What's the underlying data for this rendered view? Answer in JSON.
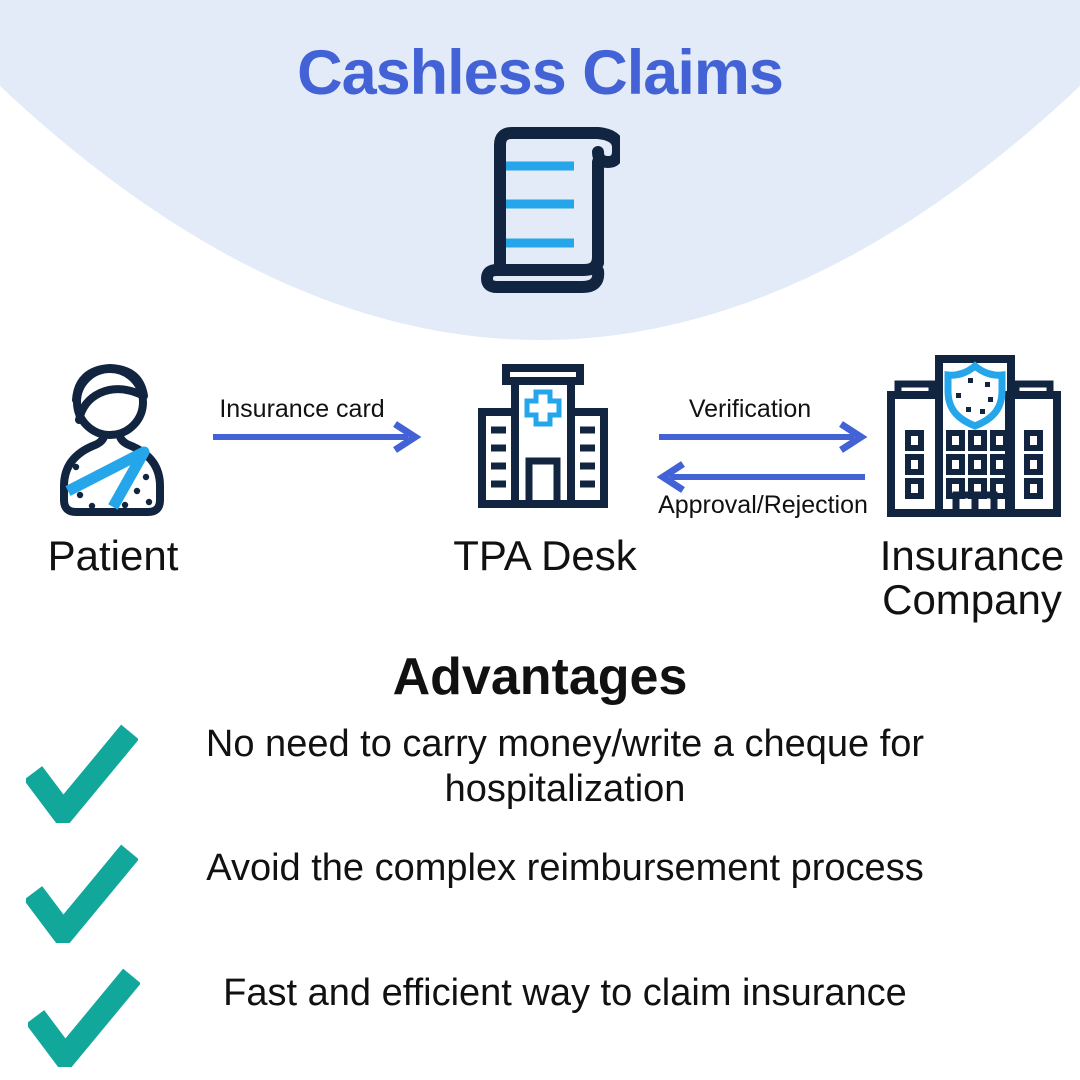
{
  "title": "Cashless Claims",
  "header": {
    "icon": "scroll-document-icon"
  },
  "colors": {
    "header_bg": "#E2EBF7",
    "accent_blue": "#4262D6",
    "navy": "#122540",
    "light_blue": "#25A5EA",
    "teal": "#11A79B",
    "text": "#111111"
  },
  "flow": {
    "nodes": [
      {
        "label": "Patient",
        "icon": "patient-icon"
      },
      {
        "label": "TPA Desk",
        "icon": "hospital-icon"
      },
      {
        "label": "Insurance Company",
        "icon": "insurance-company-building-icon"
      }
    ],
    "edges": [
      {
        "label": "Insurance card",
        "direction": "right"
      },
      {
        "label": "Verification",
        "direction": "right"
      },
      {
        "label": "Approval/Rejection",
        "direction": "left"
      }
    ]
  },
  "advantages": {
    "heading": "Advantages",
    "check_icon": "checkmark-icon",
    "items": [
      {
        "lines": [
          "No need to carry money/write a cheque for",
          "hospitalization"
        ]
      },
      {
        "lines": [
          "Avoid the complex reimbursement process"
        ]
      },
      {
        "lines": [
          "Fast and efficient way to claim insurance"
        ]
      }
    ]
  }
}
